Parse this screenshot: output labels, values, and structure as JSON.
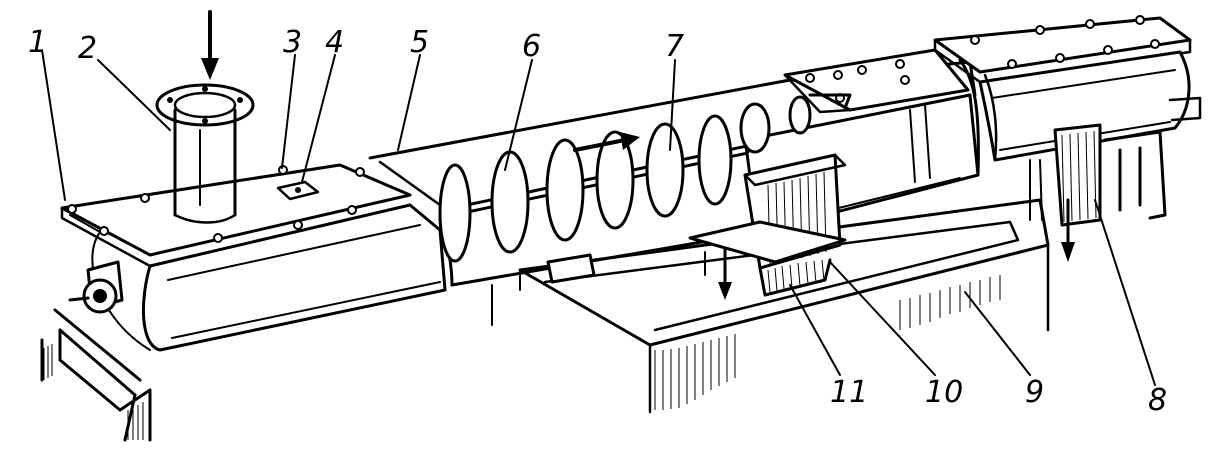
{
  "labels": [
    {
      "id": "1",
      "text": "1"
    },
    {
      "id": "2",
      "text": "2"
    },
    {
      "id": "3",
      "text": "3"
    },
    {
      "id": "4",
      "text": "4"
    },
    {
      "id": "5",
      "text": "5"
    },
    {
      "id": "6",
      "text": "6"
    },
    {
      "id": "7",
      "text": "7"
    },
    {
      "id": "8",
      "text": "8"
    },
    {
      "id": "9",
      "text": "9"
    },
    {
      "id": "10",
      "text": "10"
    },
    {
      "id": "11",
      "text": "11"
    }
  ],
  "colors": {
    "ink": "#000000",
    "paper": "#ffffff"
  }
}
